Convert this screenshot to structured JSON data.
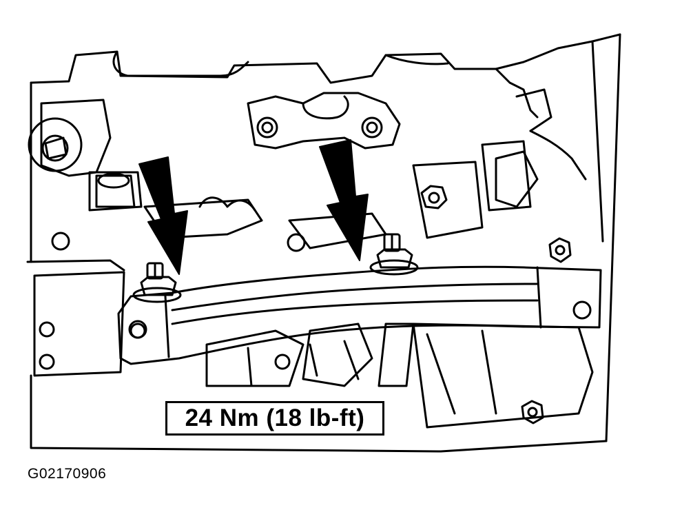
{
  "diagram": {
    "torque_callout": "24 Nm (18 lb-ft)",
    "figure_id": "G02170906",
    "colors": {
      "ink": "#000000",
      "paper": "#ffffff"
    },
    "arrows": [
      {
        "name": "left-bolt-arrow",
        "target": "left-crossmember-bolt"
      },
      {
        "name": "right-bolt-arrow",
        "target": "right-crossmember-bolt"
      }
    ]
  }
}
